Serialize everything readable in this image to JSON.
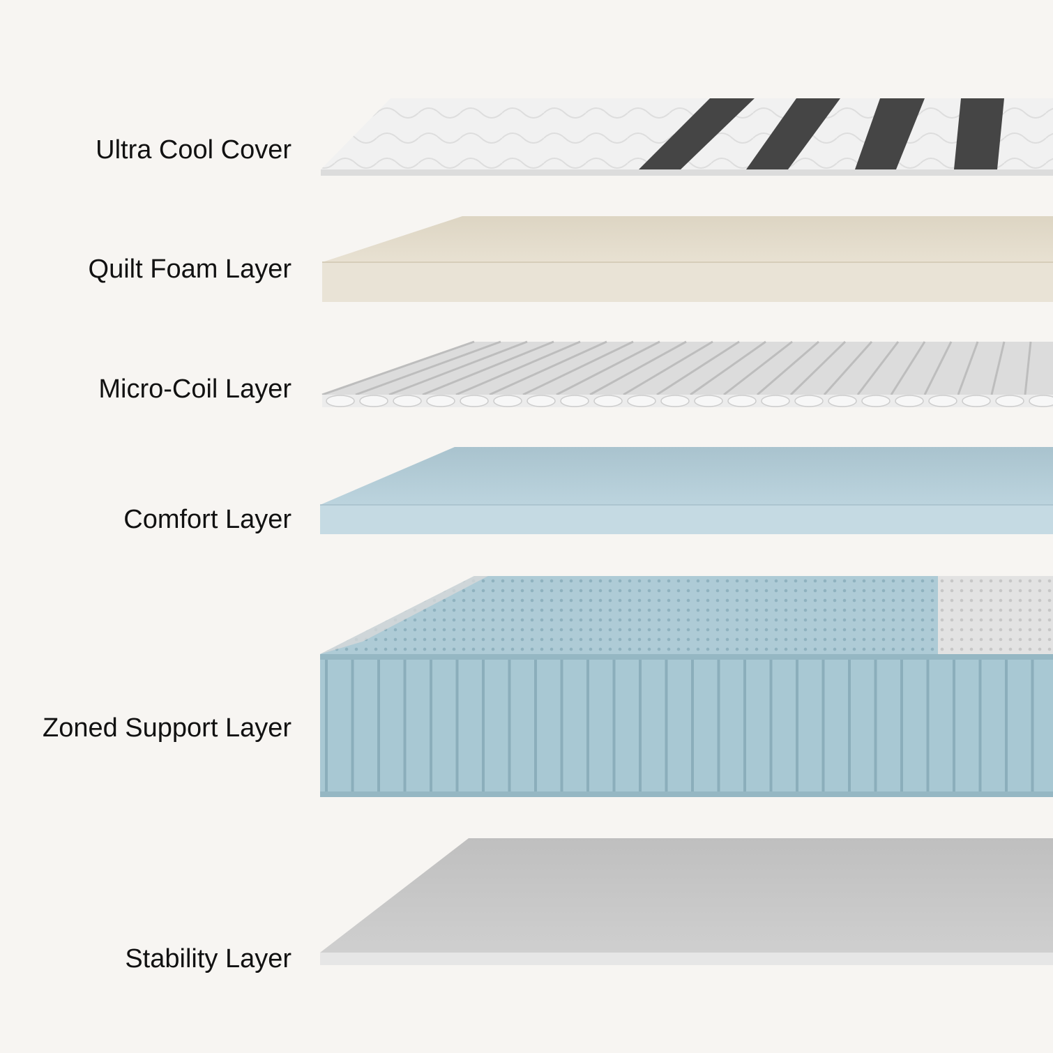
{
  "layers": [
    {
      "id": "ultra-cool-cover",
      "label": "Ultra Cool Cover",
      "color": "#eeeeee"
    },
    {
      "id": "quilt-foam",
      "label": "Quilt Foam Layer",
      "color": "#e0d8c8"
    },
    {
      "id": "micro-coil",
      "label": "Micro-Coil Layer",
      "color": "#d7d7d7"
    },
    {
      "id": "comfort",
      "label": "Comfort Layer",
      "color": "#b4cfdb"
    },
    {
      "id": "zoned-support",
      "label": "Zoned Support Layer",
      "color": "#a4c4cf"
    },
    {
      "id": "stability",
      "label": "Stability Layer",
      "color": "#c8c8c8"
    }
  ]
}
